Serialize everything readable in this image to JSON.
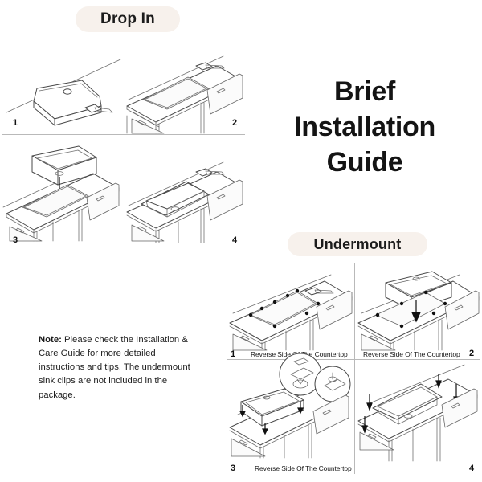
{
  "document": {
    "title": "Brief Installation Guide",
    "title_lines": [
      "Brief",
      "Installation",
      "Guide"
    ],
    "background_color": "#ffffff",
    "badge_color": "#f7f1ec",
    "text_color": "#141414",
    "line_color": "#4a4a4a"
  },
  "sections": {
    "drop_in": {
      "badge_label": "Drop In",
      "steps": [
        {
          "number": "1",
          "icon": "sink-upside-down-icon"
        },
        {
          "number": "2",
          "icon": "countertop-template-trace-icon"
        },
        {
          "number": "3",
          "icon": "sink-lowering-into-cutout-icon"
        },
        {
          "number": "4",
          "icon": "sink-installed-icon"
        }
      ]
    },
    "undermount": {
      "badge_label": "Undermount",
      "caption": "Reverse Side Of The Countertop",
      "steps": [
        {
          "number": "1",
          "caption": "Reverse Side Of The Countertop",
          "icon": "countertop-cutout-clips-icon"
        },
        {
          "number": "2",
          "caption": "Reverse Side Of The Countertop",
          "icon": "sink-lowering-reverse-icon"
        },
        {
          "number": "3",
          "caption": "Reverse Side Of The Countertop",
          "icon": "clip-fastening-detail-icon"
        },
        {
          "number": "4",
          "caption": "",
          "icon": "undermount-sink-installed-icon"
        }
      ]
    }
  },
  "note": {
    "label": "Note:",
    "body": " Please check the Installation & Care Guide for more detailed instructions and tips. The undermount sink clips are not included in the package."
  }
}
